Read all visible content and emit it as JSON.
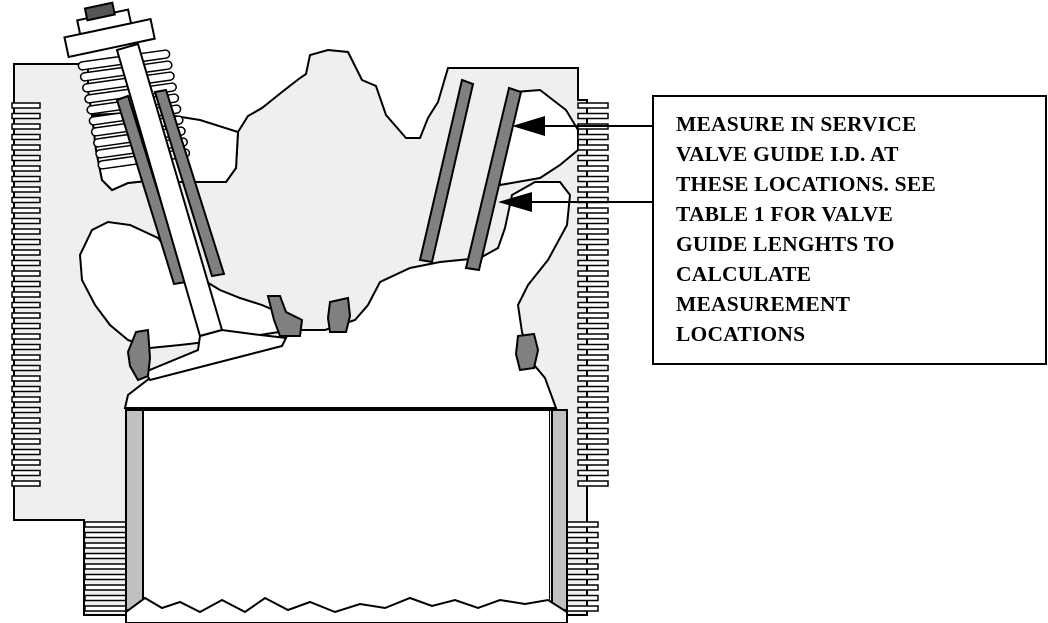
{
  "callout": {
    "lines": [
      "MEASURE IN SERVICE",
      "VALVE GUIDE I.D. AT",
      "THESE LOCATIONS. SEE",
      "TABLE 1 FOR VALVE",
      "GUIDE LENGHTS TO",
      "CALCULATE",
      "MEASUREMENT",
      "LOCATIONS"
    ]
  },
  "colors": {
    "head_fill": "#efefef",
    "guide_fill": "#808080",
    "liner_fill": "#c0c0c0",
    "outline": "#000000",
    "background": "#ffffff"
  }
}
